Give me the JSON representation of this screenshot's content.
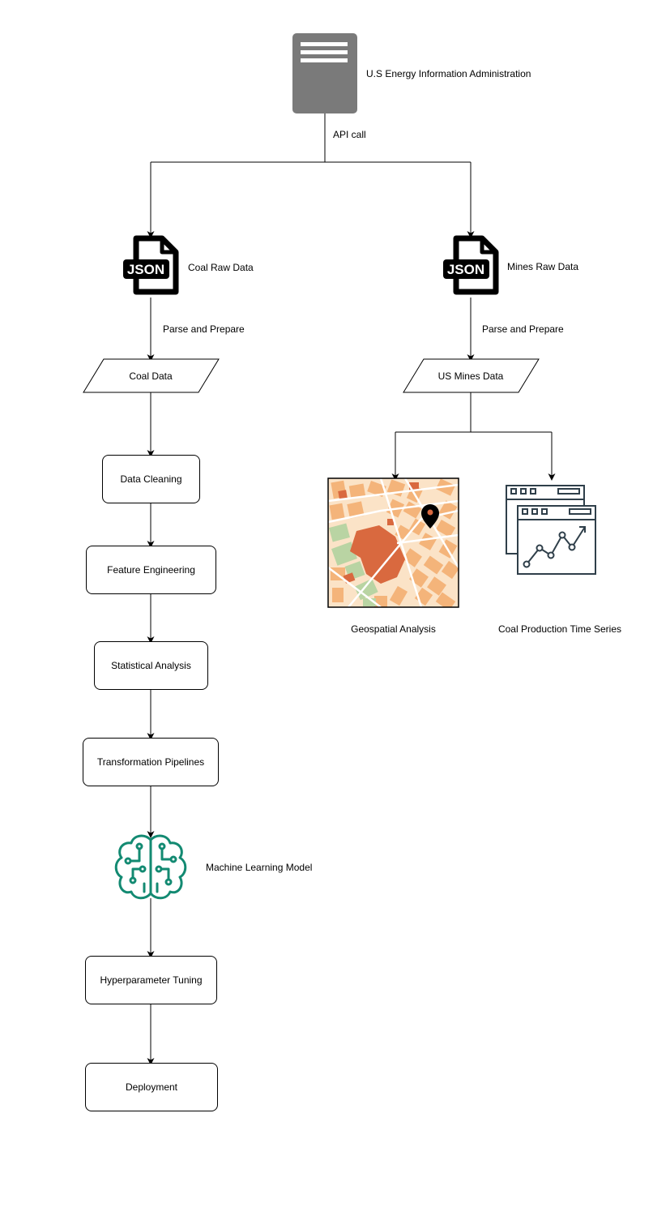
{
  "source": {
    "label": "U.S Energy Information Administration"
  },
  "edges": {
    "api_call": "API call",
    "parse_left": "Parse and Prepare",
    "parse_right": "Parse and Prepare"
  },
  "json_icon_text": "JSON",
  "coal_raw": {
    "label": "Coal Raw Data"
  },
  "mines_raw": {
    "label": "Mines Raw Data"
  },
  "coal_data": {
    "label": "Coal Data"
  },
  "us_mines_data": {
    "label": "US Mines Data"
  },
  "pipeline": {
    "data_cleaning": "Data Cleaning",
    "feature_engineering": "Feature Engineering",
    "statistical_analysis": "Statistical Analysis",
    "transformation_pipelines": "Transformation Pipelines",
    "ml_model": "Machine Learning Model",
    "hyperparameter_tuning": "Hyperparameter Tuning",
    "deployment": "Deployment"
  },
  "outputs": {
    "geospatial": "Geospatial Analysis",
    "time_series": "Coal Production Time Series"
  },
  "colors": {
    "server_fill": "#7a7a7a",
    "ml_icon": "#138a72",
    "chart_icon": "#2f3f4a",
    "map_orange": "#f4b47a",
    "map_dark_orange": "#d9693f",
    "map_green": "#b9d4a3"
  },
  "icons": [
    "server-icon",
    "json-file-icon",
    "map-icon",
    "map-pin-icon",
    "brain-circuit-icon",
    "browser-chart-icon"
  ]
}
